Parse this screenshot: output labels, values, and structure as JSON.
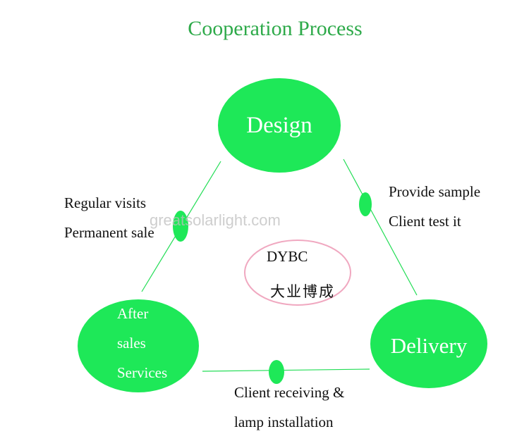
{
  "title": "Cooperation Process",
  "nodes": {
    "design": "Design",
    "delivery": "Delivery",
    "after_sales": [
      "After",
      "sales",
      "Services"
    ]
  },
  "edges": {
    "design_to_delivery": [
      "Provide sample",
      "Client test it"
    ],
    "delivery_to_after_sales": [
      "Client receiving &",
      "lamp installation"
    ],
    "after_sales_to_design": [
      "Regular visits",
      "Permanent sale"
    ]
  },
  "center": {
    "name": "DYBC",
    "chinese": "大业博成"
  },
  "watermark": "greatsolarlight.com",
  "colors": {
    "node_fill": "#1ee858",
    "title": "#2eaa4a",
    "connector": "#22dd55",
    "center_ellipse": "#f0a8c0"
  }
}
